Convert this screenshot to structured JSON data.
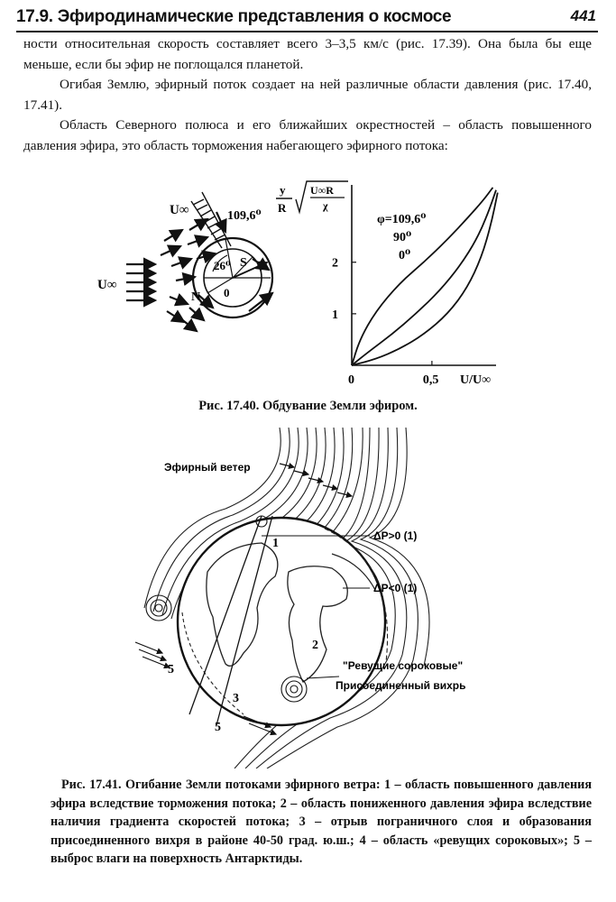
{
  "header": {
    "title": "17.9. Эфиродинамические представления о космосе",
    "page_number": "441"
  },
  "paragraphs": [
    "ности относительная скорость составляет всего 3–3,5 км/с (рис. 17.39). Она была бы еще меньше, если бы эфир не поглощался планетой.",
    "Огибая Землю, эфирный поток создает на ней различные области давления (рис. 17.40, 17.41).",
    "Область Северного полюса и его ближайших окрестностей – область повышенного давления эфира, это область торможения набегающего эфирного потока:"
  ],
  "figure_17_40": {
    "left_labels": {
      "u_inf_top": "U∞",
      "u_inf_left": "U∞",
      "angle_109": "109,6⁰",
      "angle_26": "26⁰",
      "s": "S",
      "n": "N",
      "zero": "0"
    },
    "chart_data": {
      "type": "line",
      "xlabel": "U/U∞",
      "ylabel_num": "y",
      "ylabel_den": "R",
      "ylabel_root_num": "U∞R",
      "ylabel_root_den": "χ",
      "xlim": [
        0,
        0.9
      ],
      "ylim": [
        0,
        3.5
      ],
      "x_ticks": [
        "0",
        "0,5"
      ],
      "y_ticks": [
        "1",
        "2"
      ],
      "curve_labels": [
        "φ=109,6⁰",
        "90⁰",
        "0⁰"
      ],
      "series": [
        {
          "name": "φ=109,6⁰",
          "x": [
            0,
            0.05,
            0.15,
            0.3,
            0.45,
            0.6,
            0.72,
            0.82,
            0.88
          ],
          "y": [
            0,
            0.5,
            1.05,
            1.6,
            2.0,
            2.45,
            2.85,
            3.2,
            3.45
          ]
        },
        {
          "name": "90⁰",
          "x": [
            0,
            0.1,
            0.25,
            0.4,
            0.55,
            0.68,
            0.78,
            0.85,
            0.9
          ],
          "y": [
            0,
            0.25,
            0.6,
            1.0,
            1.45,
            1.95,
            2.45,
            2.95,
            3.4
          ]
        },
        {
          "name": "0⁰",
          "x": [
            0,
            0.15,
            0.3,
            0.45,
            0.6,
            0.72,
            0.81,
            0.87,
            0.91
          ],
          "y": [
            0,
            0.12,
            0.32,
            0.6,
            1.0,
            1.5,
            2.1,
            2.75,
            3.35
          ]
        }
      ]
    },
    "caption": "Рис. 17.40. Обдувание Земли эфиром."
  },
  "figure_17_41": {
    "labels": {
      "wind": "Эфирный ветер",
      "dp_pos": "ΔP>0 (1)",
      "dp_neg": "ΔP<0 (1)",
      "roaring": "\"Ревущие сороковые\"",
      "vortex": "Присоединенный вихрь",
      "n1": "1",
      "n2": "2",
      "n3": "3",
      "n5a": "5",
      "n5b": "5"
    },
    "caption": "Рис. 17.41. Огибание Земли потоками эфирного ветра: 1 – область повышенного давления эфира вследствие торможения потока; 2 – область пониженного давления эфира вследствие наличия градиента скоростей потока; 3 – отрыв пограничного слоя и образования присоединенного вихря в районе 40-50 град. ю.ш.; 4 – область «ревущих сороковых»; 5 – выброс влаги на поверхность Антарктиды."
  }
}
